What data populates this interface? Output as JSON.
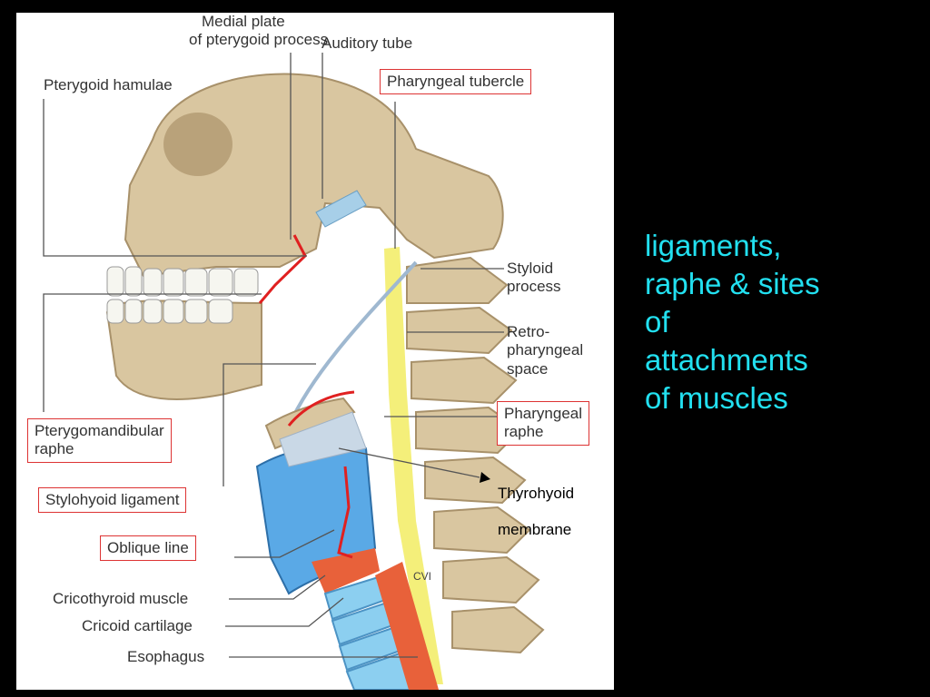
{
  "figure": {
    "labels": {
      "medial_plate_line1": "Medial plate",
      "medial_plate_line2": "of pterygoid  process",
      "auditory_tube": "Auditory tube",
      "pterygoid_hamulae": "Pterygoid hamulae",
      "pharyngeal_tubercle": "Pharyngeal tubercle",
      "styloid_process_line1": "Styloid",
      "styloid_process_line2": "process",
      "retro_line1": "Retro-",
      "retro_line2": "pharyngeal",
      "retro_line3": "space",
      "pharyngeal_raphe_line1": "Pharyngeal",
      "pharyngeal_raphe_line2": "raphe",
      "pterygomandibular_line1": "Pterygomandibular",
      "pterygomandibular_line2": "raphe",
      "stylohyoid_ligament": "Stylohyoid ligament",
      "oblique_line": "Oblique line",
      "cricothyroid_muscle": "Cricothyroid muscle",
      "cricoid_cartilage": "Cricoid cartilage",
      "esophagus": "Esophagus",
      "cvi": "CVI"
    },
    "colors": {
      "bone": "#d9c6a0",
      "bone_shade": "#a8916a",
      "cartilage_blue": "#5aa9e6",
      "trachea_blue": "#8ccff0",
      "muscle_red": "#e8613a",
      "raphe_red": "#e02020",
      "retro_space_yellow": "#f4ef7a",
      "label_box_red": "#dd3333"
    }
  },
  "annotation": {
    "line1": "Thyrohyoid",
    "line2": "membrane"
  },
  "side_caption": "ligaments,\nraphe & sites\nof\nattachments\nof muscles"
}
